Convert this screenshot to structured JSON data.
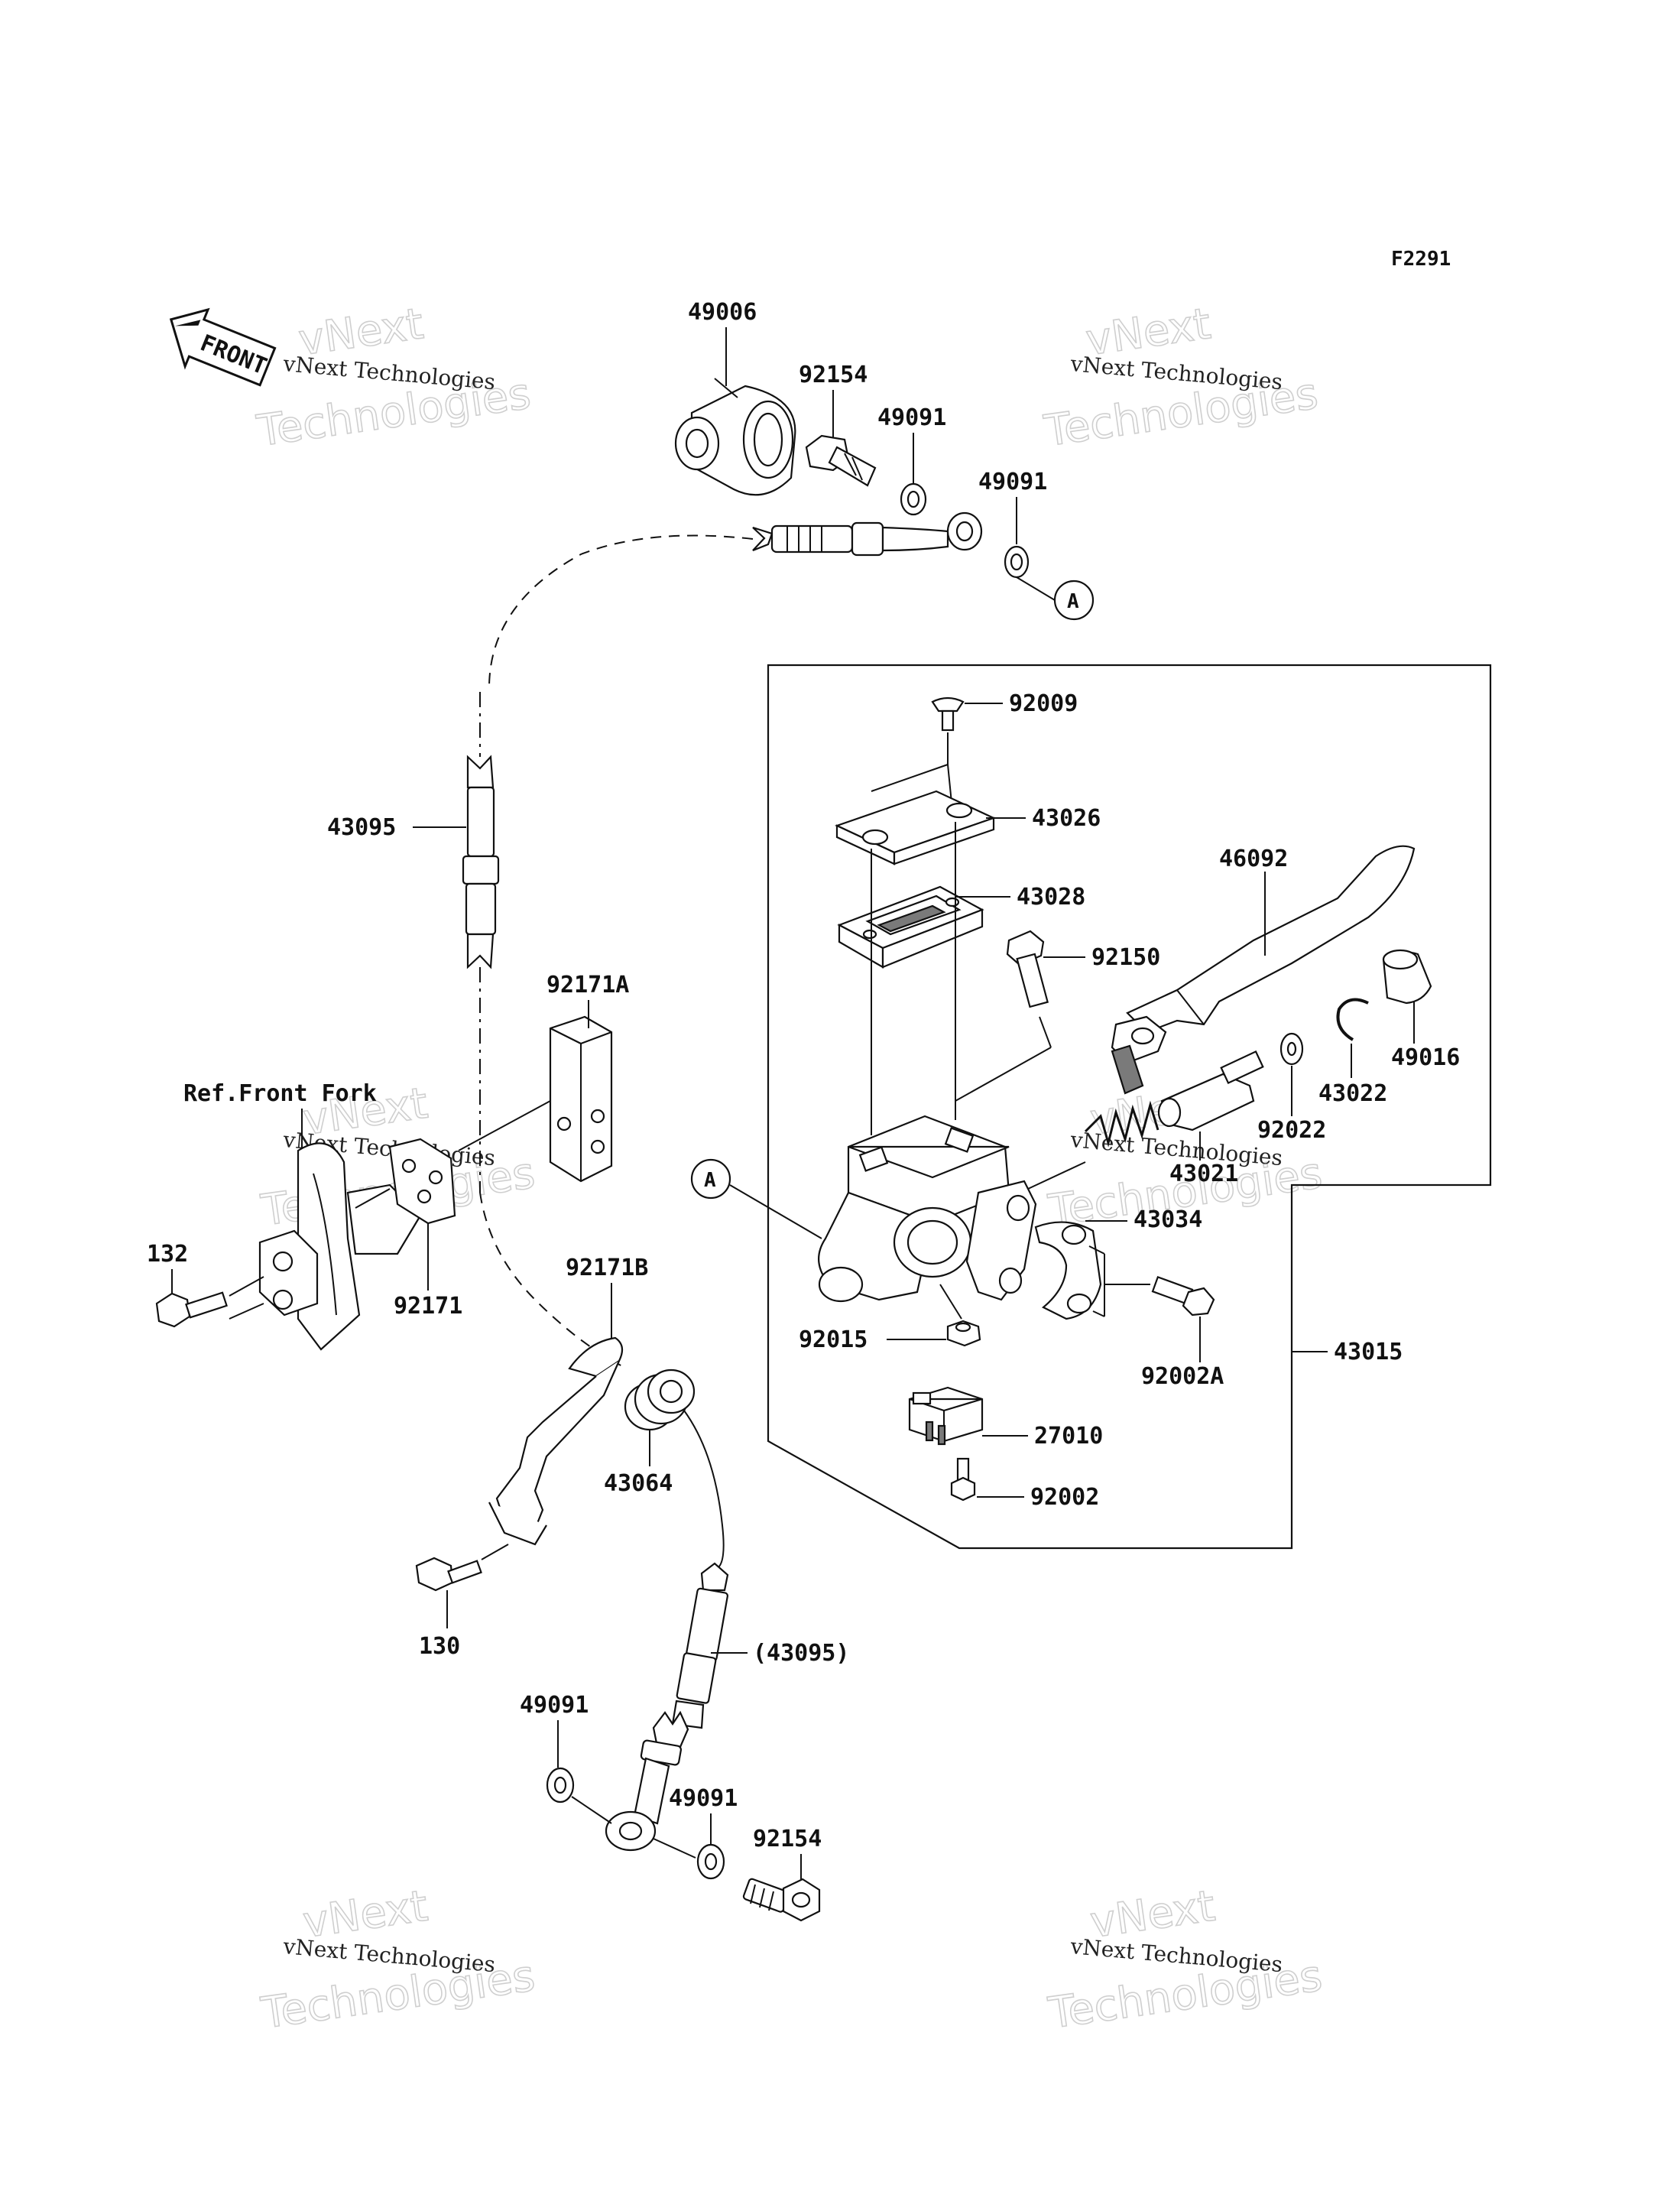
{
  "figure_code": "F2291",
  "front_arrow_label": "FRONT",
  "reference_label": "Ref.Front Fork",
  "callout_marker": "A",
  "watermark": {
    "company": "vNext Technologies",
    "line1": "vNext",
    "line2": "Technologies"
  },
  "parts": {
    "p49006": "49006",
    "p92154_top": "92154",
    "p49091_a": "49091",
    "p49091_b": "49091",
    "p92009": "92009",
    "p43026": "43026",
    "p43028": "43028",
    "p46092": "46092",
    "p92150": "92150",
    "p43095": "43095",
    "p92171A": "92171A",
    "p49016": "49016",
    "p43022": "43022",
    "p92022": "92022",
    "p43021": "43021",
    "p43034": "43034",
    "p132": "132",
    "p92171": "92171",
    "p92171B": "92171B",
    "p92015": "92015",
    "p92002A": "92002A",
    "p43015": "43015",
    "p27010": "27010",
    "p92002": "92002",
    "p43064": "43064",
    "p130": "130",
    "p43095_paren": "(43095)",
    "p49091_c": "49091",
    "p49091_d": "49091",
    "p92154_bottom": "92154"
  }
}
